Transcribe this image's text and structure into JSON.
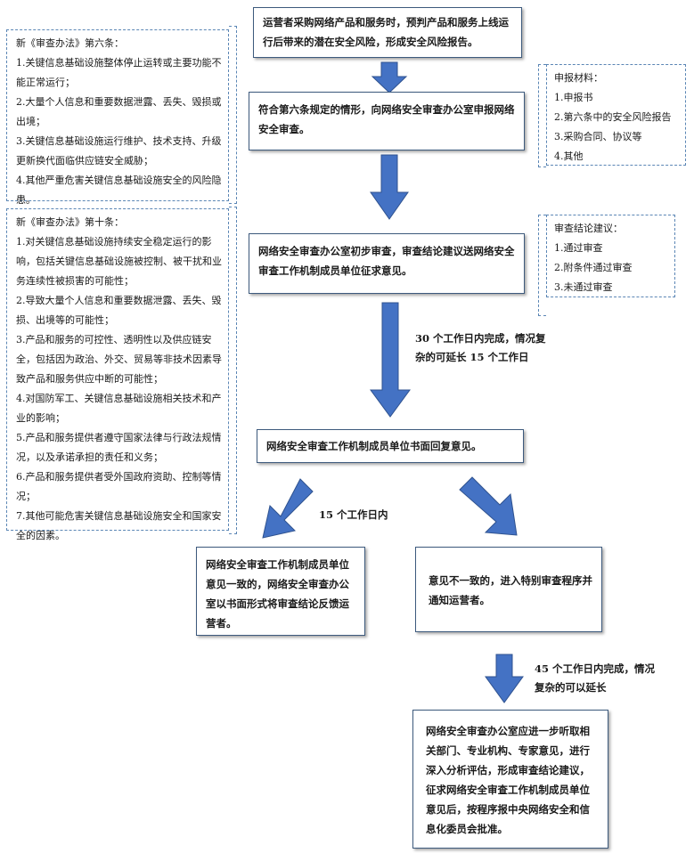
{
  "colors": {
    "arrow": "#4472c4",
    "arrow_stroke": "#2f528f",
    "box_border": "#3d5a7d",
    "note_border": "#5b86b5"
  },
  "boxes": {
    "step1": "运营者采购网络产品和服务时，预判产品和服务上线运行后带来的潜在安全风险，形成安全风险报告。",
    "step2": "符合第六条规定的情形，向网络安全审查办公室申报网络安全审查。",
    "step3": "网络安全审查办公室初步审查，审查结论建议送网络安全审查工作机制成员单位征求意见。",
    "step4": "网络安全审查工作机制成员单位书面回复意见。",
    "agree": "网络安全审查工作机制成员单位意见一致的，网络安全审查办公室以书面形式将审查结论反馈运营者。",
    "disagree": "意见不一致的，进入特别审查程序并通知运营者。",
    "final": "网络安全审查办公室应进一步听取相关部门、专业机构、专家意见，进行深入分析评估，形成审查结论建议，征求网络安全审查工作机制成员单位意见后，按程序报中央网络安全和信息化委员会批准。"
  },
  "labels": {
    "days30": "30 个工作日内完成，情况复杂的可延长 15 个工作日",
    "days15": "15 个工作日内",
    "days45": "45 个工作日内完成，情况复杂的可以延长"
  },
  "notes": {
    "article6": {
      "title": "新《审查办法》第六条：",
      "items": [
        "1.关键信息基础设施整体停止运转或主要功能不能正常运行；",
        "2.大量个人信息和重要数据泄露、丢失、毁损或出境；",
        "3.关键信息基础设施运行维护、技术支持、升级更新换代面临供应链安全威胁；",
        "4.其他严重危害关键信息基础设施安全的风险隐患。"
      ]
    },
    "article10": {
      "title": "新《审查办法》第十条：",
      "items": [
        "1.对关键信息基础设施持续安全稳定运行的影响，包括关键信息基础设施被控制、被干扰和业务连续性被损害的可能性；",
        "2.导致大量个人信息和重要数据泄露、丢失、毁损、出境等的可能性；",
        "3.产品和服务的可控性、透明性以及供应链安全，包括因为政治、外交、贸易等非技术因素导致产品和服务供应中断的可能性；",
        "4.对国防军工、关键信息基础设施相关技术和产业的影响；",
        "5.产品和服务提供者遵守国家法律与行政法规情况，以及承诺承担的责任和义务；",
        "6.产品和服务提供者受外国政府资助、控制等情况；",
        "7.其他可能危害关键信息基础设施安全和国家安全的因素。"
      ]
    },
    "materials": {
      "title": "申报材料：",
      "items": [
        "1.申报书",
        "2.第六条中的安全风险报告",
        "3.采购合同、协议等",
        "4.其他"
      ]
    },
    "conclusion": {
      "title": "审查结论建议：",
      "items": [
        "1.通过审查",
        "2.附条件通过审查",
        "3.未通过审查"
      ]
    }
  }
}
